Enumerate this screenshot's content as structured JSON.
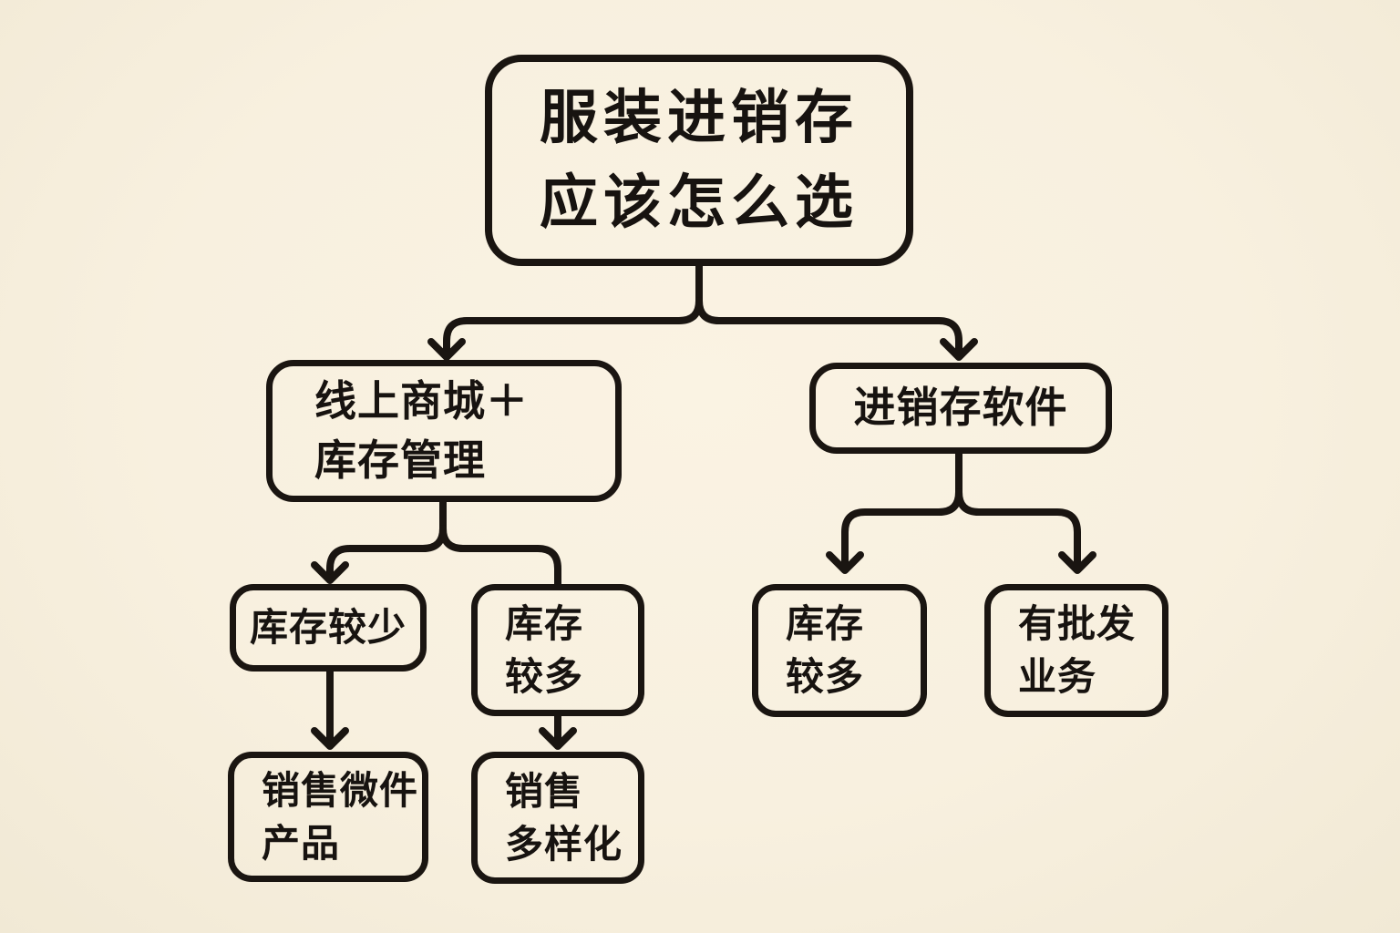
{
  "page": {
    "background_color": "#f8f0df",
    "line_color": "#1a1511",
    "text_color": "#171310"
  },
  "diagram": {
    "type": "flowchart",
    "direction": "top-down",
    "nodes": {
      "root": {
        "lines": [
          "服装进销存",
          "应该怎么选"
        ]
      },
      "online_mall": {
        "lines": [
          "线上商城＋",
          "库存管理"
        ]
      },
      "inventory_software": {
        "lines": [
          "进销存软件"
        ]
      },
      "less_inventory": {
        "lines": [
          "库存较少"
        ]
      },
      "more_inventory_left": {
        "lines": [
          "库存",
          "较多"
        ]
      },
      "more_inventory_right": {
        "lines": [
          "库存",
          "较多"
        ]
      },
      "wholesale": {
        "lines": [
          "有批发",
          "业务"
        ]
      },
      "sell_widget": {
        "lines": [
          "销售微件",
          "产品"
        ]
      },
      "sell_diverse": {
        "lines": [
          "销售",
          "多样化"
        ]
      }
    },
    "edges": [
      {
        "from": "root",
        "to": "online_mall",
        "arrowhead": true
      },
      {
        "from": "root",
        "to": "inventory_software",
        "arrowhead": true
      },
      {
        "from": "online_mall",
        "to": "less_inventory",
        "arrowhead": true
      },
      {
        "from": "online_mall",
        "to": "more_inventory_left",
        "arrowhead": false
      },
      {
        "from": "less_inventory",
        "to": "sell_widget",
        "arrowhead": true
      },
      {
        "from": "more_inventory_left",
        "to": "sell_diverse",
        "arrowhead": true
      },
      {
        "from": "inventory_software",
        "to": "more_inventory_right",
        "arrowhead": true
      },
      {
        "from": "inventory_software",
        "to": "wholesale",
        "arrowhead": true
      }
    ]
  }
}
